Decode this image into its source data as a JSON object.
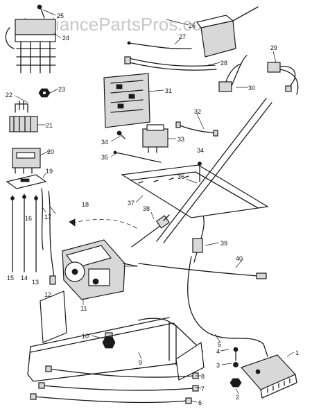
{
  "watermark": "AppliancePartsPros.com",
  "callouts": [
    "1",
    "2",
    "3",
    "4",
    "5",
    "6",
    "7",
    "8",
    "9",
    "10",
    "11",
    "12",
    "13",
    "14",
    "15",
    "16",
    "17",
    "18",
    "19",
    "20",
    "21",
    "22",
    "23",
    "24",
    "25",
    "26",
    "27",
    "28",
    "29",
    "30",
    "31",
    "32",
    "33",
    "34",
    "34",
    "35",
    "36",
    "37",
    "38",
    "39",
    "40"
  ]
}
